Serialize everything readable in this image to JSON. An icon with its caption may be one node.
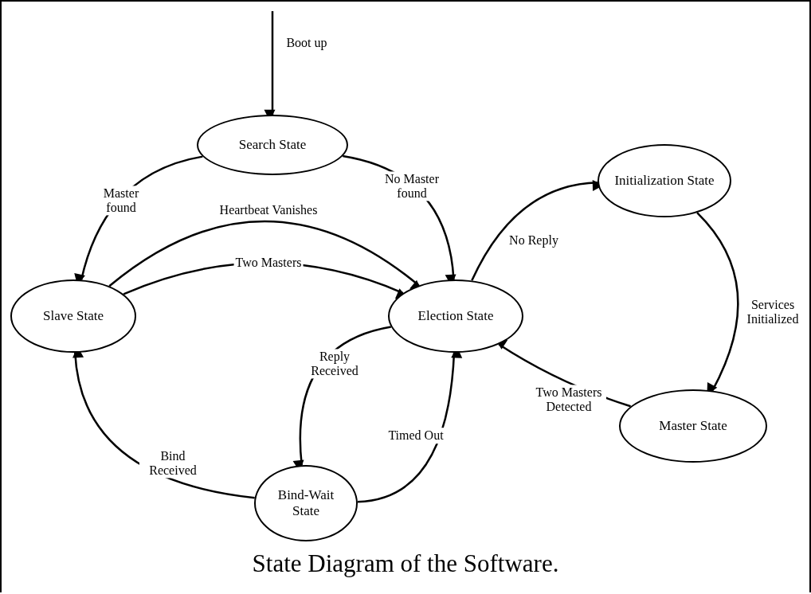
{
  "diagram": {
    "caption": "State Diagram of the Software.",
    "nodes": [
      {
        "text": [
          "Search State"
        ]
      },
      {
        "text": [
          "Slave State"
        ]
      },
      {
        "text": [
          "Election State"
        ]
      },
      {
        "text": [
          "Initialization State"
        ]
      },
      {
        "text": [
          "Master State"
        ]
      },
      {
        "text": [
          "Bind-Wait State"
        ]
      }
    ],
    "edges": [
      {
        "from": null,
        "to": 0,
        "arrow": "to",
        "label": "Boot up"
      },
      {
        "from": 0,
        "to": 1,
        "arrow": "to",
        "label": "Master found"
      },
      {
        "from": 0,
        "to": 2,
        "arrow": "to",
        "label": "No Master found"
      },
      {
        "from": 1,
        "to": 2,
        "arrow": "to",
        "label": "Heartbeat Vanishes"
      },
      {
        "from": 1,
        "to": 2,
        "arrow": "to",
        "label": "Two Masters"
      },
      {
        "from": 2,
        "to": 3,
        "arrow": "to",
        "label": "No Reply"
      },
      {
        "from": 3,
        "to": 4,
        "arrow": "to",
        "label": "Services Initialized"
      },
      {
        "from": 4,
        "to": 2,
        "arrow": "to",
        "label": "Two Masters Detected"
      },
      {
        "from": 2,
        "to": 5,
        "arrow": "to",
        "label": "Reply Received"
      },
      {
        "from": 5,
        "to": 2,
        "arrow": "to",
        "label": "Timed Out"
      },
      {
        "from": 5,
        "to": 1,
        "arrow": "to",
        "label": "Bind Received"
      }
    ]
  }
}
